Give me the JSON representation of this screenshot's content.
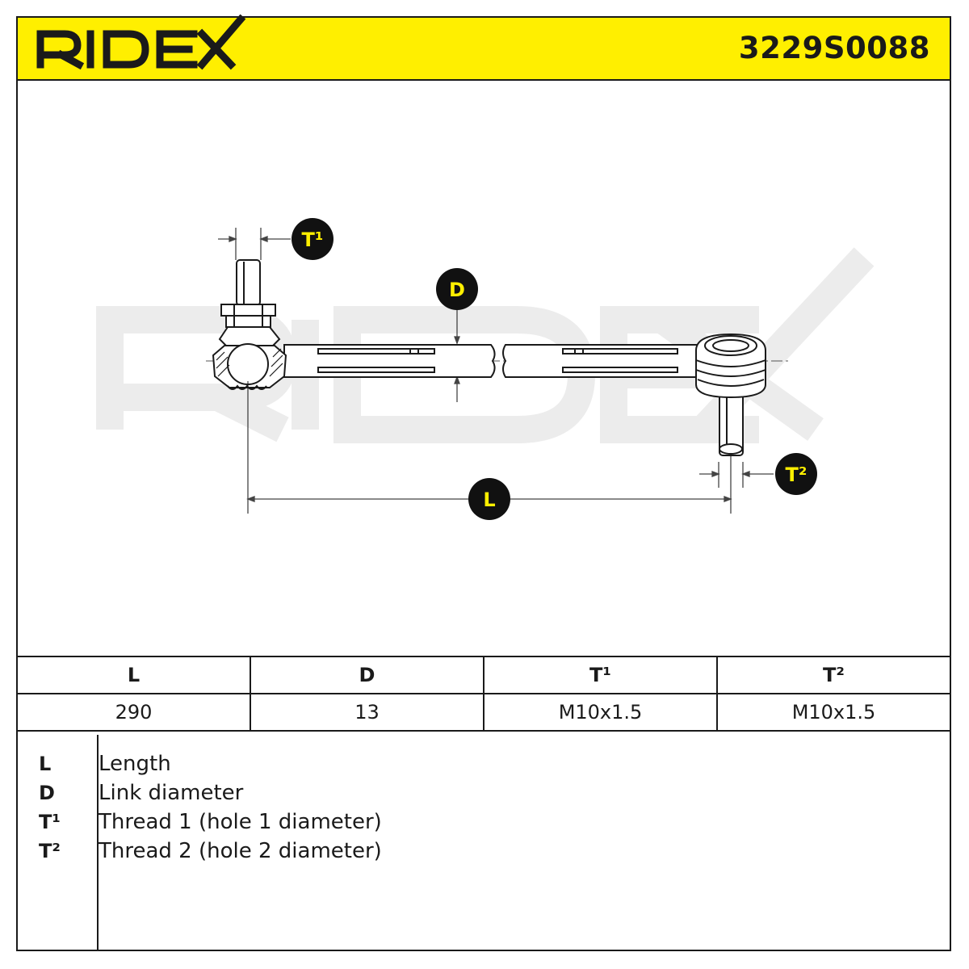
{
  "header": {
    "brand": "RIDEX",
    "part_number": "3229S0088",
    "background": "#ffef00",
    "ink": "#1a1a1a"
  },
  "diagram": {
    "watermark": "RIDEX",
    "watermark_color": "#ededed",
    "callout_fill": "#111111",
    "callout_text_color": "#ffef00",
    "callouts": {
      "t1": "T¹",
      "d": "D",
      "l": "L",
      "t2": "T²"
    }
  },
  "spec_table": {
    "headers": [
      "L",
      "D",
      "T¹",
      "T²"
    ],
    "values": [
      "290",
      "13",
      "M10x1.5",
      "M10x1.5"
    ]
  },
  "legend": [
    {
      "symbol": "L",
      "description": "Length"
    },
    {
      "symbol": "D",
      "description": "Link diameter"
    },
    {
      "symbol": "T¹",
      "description": "Thread 1 (hole 1 diameter)"
    },
    {
      "symbol": "T²",
      "description": "Thread 2 (hole 2 diameter)"
    }
  ]
}
